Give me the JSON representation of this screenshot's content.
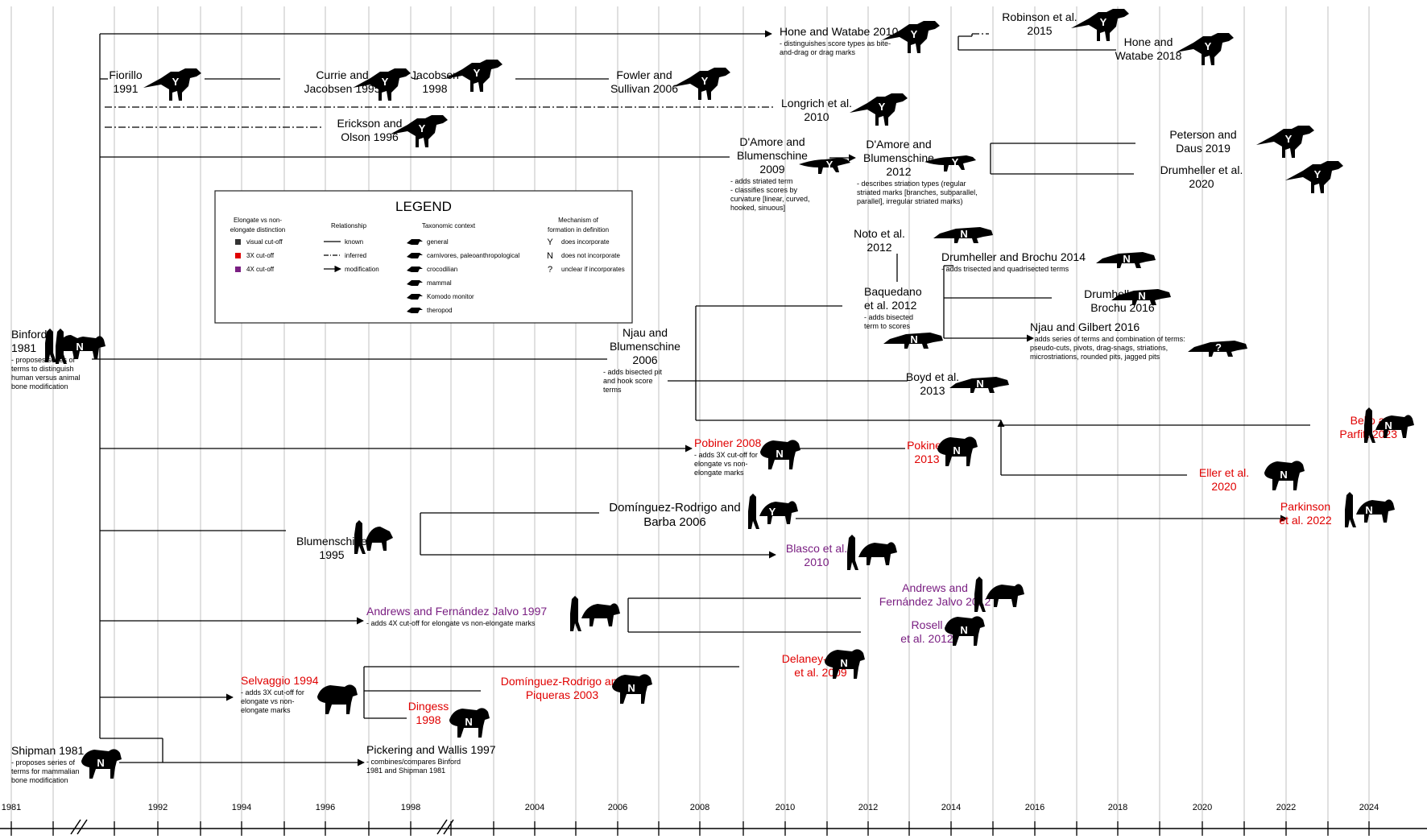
{
  "colors": {
    "black": "#000000",
    "red": "#e00000",
    "purple": "#7a1f82",
    "grid": "#cccccc"
  },
  "years": {
    "labels": [
      "1981",
      "1992",
      "1994",
      "1996",
      "1998",
      "2004",
      "2006",
      "2008",
      "2010",
      "2012",
      "2014",
      "2016",
      "2018",
      "2020",
      "2022",
      "2024"
    ]
  },
  "legend": {
    "title": "LEGEND",
    "col_elongate_title": "Elongate vs non-elongate distinction",
    "elongate_items": [
      {
        "label": "visual cut-off",
        "color": "#333333"
      },
      {
        "label": "3X cut-off",
        "color": "#e00000"
      },
      {
        "label": "4X cut-off",
        "color": "#7a1f82"
      }
    ],
    "col_relationship_title": "Relationship",
    "relationship_items": [
      "known",
      "inferred",
      "modification"
    ],
    "col_taxonomic_title": "Taxonomic context",
    "taxonomic_items": [
      "general",
      "carnivores, paleoanthropological",
      "crocodilian",
      "mammal",
      "Komodo monitor",
      "theropod"
    ],
    "col_mechanism_title": "Mechanism of formation in definition",
    "mechanism_items": [
      {
        "symbol": "Y",
        "label": "does incorporate"
      },
      {
        "symbol": "N",
        "label": "does not incorporate"
      },
      {
        "symbol": "?",
        "label": "unclear if incorporates"
      }
    ]
  },
  "nodes": [
    {
      "id": "binford",
      "title": [
        "Binford",
        "1981"
      ],
      "color": "black",
      "note": [
        "- proposes series of",
        "terms to distinguish",
        "human versus animal",
        "bone modification"
      ]
    },
    {
      "id": "shipman",
      "title": [
        "Shipman 1981"
      ],
      "color": "black",
      "note": [
        "- proposes series of",
        "terms for mammalian",
        "bone modification"
      ]
    },
    {
      "id": "hone2010",
      "title": [
        "Hone and Watabe 2010"
      ],
      "color": "black",
      "note": [
        "- distinguishes score types as bite-",
        "and-drag or drag marks"
      ]
    },
    {
      "id": "robinson",
      "title": [
        "Robinson et al.",
        "2015"
      ],
      "color": "black",
      "note": []
    },
    {
      "id": "hone2018",
      "title": [
        "Hone and",
        "Watabe 2018"
      ],
      "color": "black",
      "note": []
    },
    {
      "id": "fiorillo",
      "title": [
        "Fiorillo",
        "1991"
      ],
      "color": "black",
      "note": []
    },
    {
      "id": "currie",
      "title": [
        "Currie and",
        "Jacobsen 1995"
      ],
      "color": "black",
      "note": []
    },
    {
      "id": "jacobsen",
      "title": [
        "Jacobsen",
        "1998"
      ],
      "color": "black",
      "note": []
    },
    {
      "id": "fowler",
      "title": [
        "Fowler and",
        "Sullivan 2006"
      ],
      "color": "black",
      "note": []
    },
    {
      "id": "longrich",
      "title": [
        "Longrich et al.",
        "2010"
      ],
      "color": "black",
      "note": []
    },
    {
      "id": "erickson",
      "title": [
        "Erickson and",
        "Olson 1996"
      ],
      "color": "black",
      "note": []
    },
    {
      "id": "damore2009",
      "title": [
        "D'Amore and",
        "Blumenschine",
        "2009"
      ],
      "color": "black",
      "note": [
        "- adds striated term",
        "- classifies scores by",
        "curvature [linear, curved,",
        "hooked, sinuous]"
      ]
    },
    {
      "id": "damore2012",
      "title": [
        "D'Amore and",
        "Blumenschine",
        "2012"
      ],
      "color": "black",
      "note": [
        "- describes striation types (regular",
        "striated marks [branches, subparallel,",
        "parallel], irregular striated marks)"
      ]
    },
    {
      "id": "peterson",
      "title": [
        "Peterson and",
        "Daus 2019"
      ],
      "color": "black",
      "note": []
    },
    {
      "id": "drumheller2020",
      "title": [
        "Drumheller et al.",
        "2020"
      ],
      "color": "black",
      "note": []
    },
    {
      "id": "noto",
      "title": [
        "Noto et al.",
        "2012"
      ],
      "color": "black",
      "note": []
    },
    {
      "id": "drumheller2014",
      "title": [
        "Drumheller and Brochu 2014"
      ],
      "color": "black",
      "note": [
        "- adds trisected and quadrisected terms"
      ]
    },
    {
      "id": "drumheller2016",
      "title": [
        "Drumheller and",
        "Brochu 2016"
      ],
      "color": "black",
      "note": []
    },
    {
      "id": "baquedano",
      "title": [
        "Baquedano",
        "et al. 2012"
      ],
      "color": "black",
      "note": [
        "- adds bisected",
        "term to scores"
      ]
    },
    {
      "id": "njaugilbert",
      "title": [
        "Njau and Gilbert 2016"
      ],
      "color": "black",
      "note": [
        "- adds series of terms and combination of terms:",
        "pseudo-cuts, pivots, drag-snags, striations,",
        "microstriations, rounded pits, jagged pits"
      ]
    },
    {
      "id": "njau2006",
      "title": [
        "Njau and",
        "Blumenschine",
        "2006"
      ],
      "color": "black",
      "note": [
        "- adds  bisected pit",
        "and hook score",
        "terms"
      ]
    },
    {
      "id": "boyd",
      "title": [
        "Boyd et al.",
        "2013"
      ],
      "color": "black",
      "note": []
    },
    {
      "id": "bello",
      "title": [
        "Bello and",
        "Parfitt 2023"
      ],
      "color": "red",
      "note": []
    },
    {
      "id": "pobiner",
      "title": [
        "Pobiner 2008"
      ],
      "color": "red",
      "note": [
        "- adds 3X cut-off for",
        "elongate vs non-",
        "elongate marks"
      ]
    },
    {
      "id": "pokines",
      "title": [
        "Pokines",
        "2013"
      ],
      "color": "red",
      "note": []
    },
    {
      "id": "eller",
      "title": [
        "Eller et al.",
        "2020"
      ],
      "color": "red",
      "note": []
    },
    {
      "id": "dominguez2006",
      "title": [
        "Domínguez-Rodrigo and",
        "Barba 2006"
      ],
      "color": "black",
      "note": []
    },
    {
      "id": "parkinson",
      "title": [
        "Parkinson",
        "et al. 2022"
      ],
      "color": "red",
      "note": []
    },
    {
      "id": "blumenschine1995",
      "title": [
        "Blumenschine",
        "1995"
      ],
      "color": "black",
      "note": []
    },
    {
      "id": "blasco",
      "title": [
        "Blasco et al.",
        "2010"
      ],
      "color": "purple",
      "note": []
    },
    {
      "id": "andrews1997",
      "title": [
        "Andrews and Fernández Jalvo 1997"
      ],
      "color": "purple",
      "note": [
        "- adds 4X cut-off for elongate vs non-elongate marks"
      ]
    },
    {
      "id": "andrews2012",
      "title": [
        "Andrews and",
        "Fernández Jalvo 2012"
      ],
      "color": "purple",
      "note": []
    },
    {
      "id": "rosell",
      "title": [
        "Rosell",
        "et al. 2012"
      ],
      "color": "purple",
      "note": []
    },
    {
      "id": "selvaggio",
      "title": [
        "Selvaggio 1994"
      ],
      "color": "red",
      "note": [
        "- adds 3X cut-off for",
        "elongate vs non-",
        "elongate marks"
      ]
    },
    {
      "id": "delaney",
      "title": [
        "Delaney-Rivera",
        "et al. 2009"
      ],
      "color": "red",
      "note": []
    },
    {
      "id": "dominguez2003",
      "title": [
        "Domínguez-Rodrigo and",
        "Piqueras 2003"
      ],
      "color": "red",
      "note": []
    },
    {
      "id": "dingess",
      "title": [
        "Dingess",
        "1998"
      ],
      "color": "red",
      "note": []
    },
    {
      "id": "pickering",
      "title": [
        "Pickering and Wallis 1997"
      ],
      "color": "black",
      "note": [
        "- combines/compares Binford",
        "1981 and Shipman 1981"
      ]
    }
  ],
  "icons": [
    {
      "taxon": "general",
      "symbol": ""
    },
    {
      "taxon": "theropod",
      "symbol": "Y"
    },
    {
      "taxon": "theropod",
      "symbol": "Y"
    },
    {
      "taxon": "theropod",
      "symbol": "Y"
    },
    {
      "taxon": "theropod",
      "symbol": "Y"
    },
    {
      "taxon": "theropod",
      "symbol": "Y"
    },
    {
      "taxon": "theropod",
      "symbol": "Y"
    },
    {
      "taxon": "theropod",
      "symbol": "Y"
    },
    {
      "taxon": "theropod",
      "symbol": "Y"
    },
    {
      "taxon": "theropod",
      "symbol": "Y"
    },
    {
      "taxon": "theropod",
      "symbol": "Y"
    },
    {
      "taxon": "theropod",
      "symbol": "Y"
    },
    {
      "taxon": "komodo",
      "symbol": "Y"
    },
    {
      "taxon": "komodo",
      "symbol": "Y"
    },
    {
      "taxon": "crocodilian",
      "symbol": "N"
    },
    {
      "taxon": "crocodilian",
      "symbol": "N"
    },
    {
      "taxon": "crocodilian",
      "symbol": "N"
    },
    {
      "taxon": "crocodilian",
      "symbol": "N"
    },
    {
      "taxon": "crocodilian",
      "symbol": "?"
    },
    {
      "taxon": "crocodilian",
      "symbol": "N"
    },
    {
      "taxon": "carnivore-paleo",
      "symbol": "N"
    },
    {
      "taxon": "mammal",
      "symbol": "N"
    },
    {
      "taxon": "mammal",
      "symbol": "N"
    },
    {
      "taxon": "mammal",
      "symbol": "N"
    },
    {
      "taxon": "carnivore-paleo",
      "symbol": "Y"
    },
    {
      "taxon": "carnivore-paleo",
      "symbol": "N"
    },
    {
      "taxon": "general",
      "symbol": ""
    },
    {
      "taxon": "carnivore-paleo",
      "symbol": ""
    },
    {
      "taxon": "carnivore-paleo",
      "symbol": "N"
    },
    {
      "taxon": "carnivore-paleo",
      "symbol": ""
    },
    {
      "taxon": "carnivore-paleo",
      "symbol": ""
    },
    {
      "taxon": "mammal",
      "symbol": "N"
    },
    {
      "taxon": "mammal",
      "symbol": ""
    },
    {
      "taxon": "mammal",
      "symbol": "N"
    },
    {
      "taxon": "mammal",
      "symbol": "N"
    },
    {
      "taxon": "mammal",
      "symbol": "N"
    },
    {
      "taxon": "mammal",
      "symbol": "N"
    }
  ]
}
